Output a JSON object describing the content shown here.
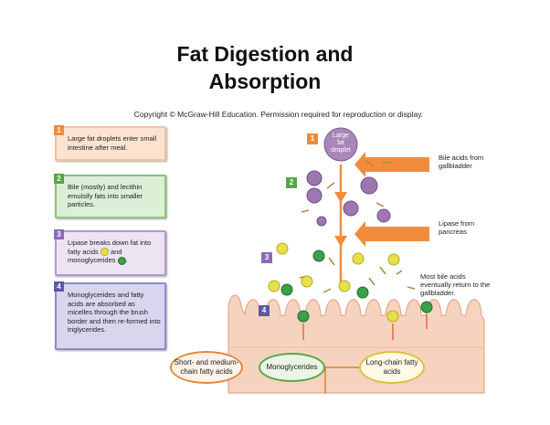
{
  "title": "Fat Digestion and Absorption",
  "copyright": "Copyright © McGraw-Hill Education. Permission required for reproduction or display.",
  "steps": [
    {
      "num": "1",
      "text": "Large fat droplets enter small intestine after meal."
    },
    {
      "num": "2",
      "text": "Bile (mostly) and lecithin emulsify fats into smaller particles."
    },
    {
      "num": "3",
      "text_a": "Lipase breaks down fat into fatty acids",
      "text_b": "and monoglycerides",
      "text_c": "."
    },
    {
      "num": "4",
      "text": "Monoglycerides and fatty acids are absorbed as micelles through the brush border and then re-formed into triglycerides."
    }
  ],
  "diagram": {
    "droplet_label": "Large fat droplet",
    "bile_label": "Bile acids from gallbladder",
    "lipase_label": "Lipase from pancreas",
    "return_label": "Most bile acids eventually return to the gallbladder.",
    "ovals": [
      "Short- and medium-chain fatty acids",
      "Monoglycerides",
      "Long-chain fatty acids"
    ],
    "markers": [
      "1",
      "2",
      "3",
      "4"
    ]
  },
  "colors": {
    "orange_arrow": "#f28c3c",
    "droplet": "#a887b8",
    "yellow_ball": "#e6e04a",
    "green_ball": "#3aa04a",
    "villi": "#f3c7b0"
  }
}
